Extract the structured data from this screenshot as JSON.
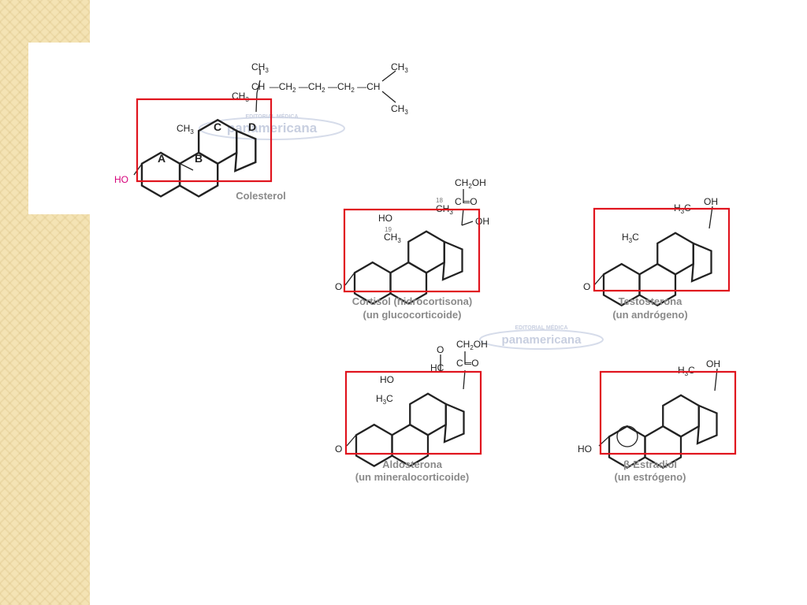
{
  "watermark": {
    "line1": "EDITORIAL MÉDICA",
    "line2": "panamericana"
  },
  "molecules": {
    "colesterol": {
      "name": "Colesterol",
      "rings": [
        "A",
        "B",
        "C",
        "D"
      ],
      "ho": "HO",
      "ch3": "CH",
      "ch2": "CH",
      "chain_ch": "CH",
      "sub3": "3",
      "sub2": "2"
    },
    "cortisol": {
      "name_line1": "Cortisol (hidrocortisona)",
      "name_line2": "(un glucocorticoide)",
      "ho": "HO",
      "oh": "OH",
      "o": "O",
      "c": "C",
      "ch2oh": "CH",
      "oh_tail": "OH",
      "ch3": "CH",
      "n18": "18",
      "n19": "19"
    },
    "testosterona": {
      "name_line1": "Testosterona",
      "name_line2": "(un andrógeno)",
      "oh": "OH",
      "h3c": "H",
      "c": "C",
      "o": "O"
    },
    "aldosterona": {
      "name_line1": "Aldosterona",
      "name_line2": "(un mineralocorticoide)",
      "ho": "HO",
      "hc": "HC",
      "o": "O",
      "c": "C",
      "ch2oh": "CH",
      "oh_tail": "OH",
      "h3c": "H"
    },
    "estradiol": {
      "name_line1": "β-Estradiol",
      "name_line2": "(un estrógeno)",
      "ho": "HO",
      "oh": "OH",
      "h3c": "H",
      "c": "C"
    }
  }
}
